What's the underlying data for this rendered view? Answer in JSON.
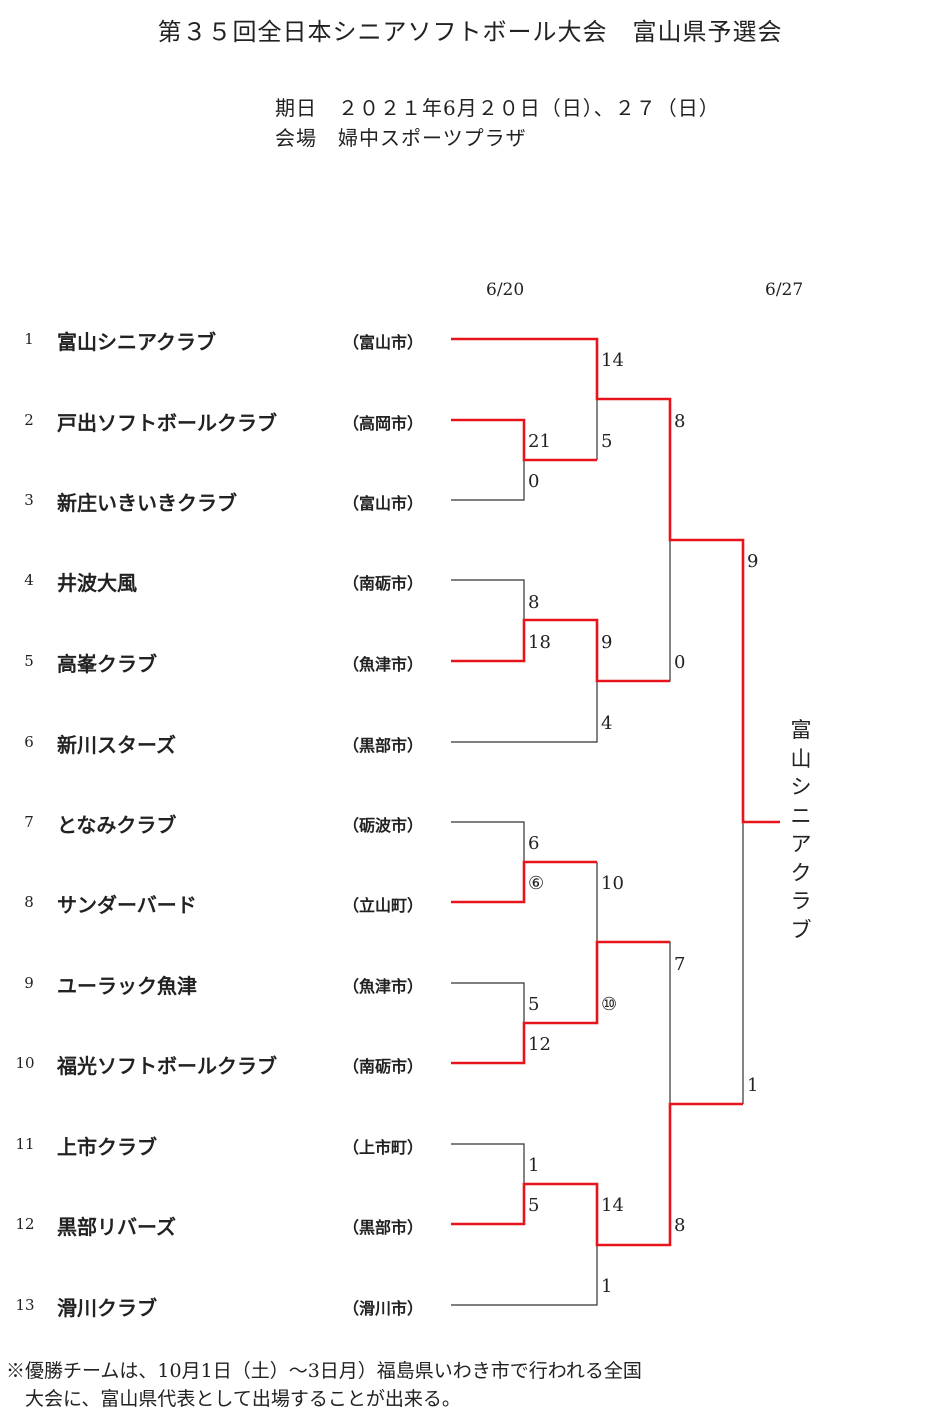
{
  "header": {
    "title": "第３５回全日本シニアソフトボール大会　富山県予選会",
    "date_line": "期日　２０２１年6月２０日（日）、２７（日）",
    "venue_line": "会場　婦中スポーツプラザ"
  },
  "round_dates": [
    "6/20",
    "6/27"
  ],
  "teams": [
    {
      "seed": "1",
      "name": "富山シニアクラブ",
      "city": "（富山市）"
    },
    {
      "seed": "2",
      "name": "戸出ソフトボールクラブ",
      "city": "（高岡市）"
    },
    {
      "seed": "3",
      "name": "新庄いきいきクラブ",
      "city": "（富山市）"
    },
    {
      "seed": "4",
      "name": "井波大風",
      "city": "（南砺市）"
    },
    {
      "seed": "5",
      "name": "高峯クラブ",
      "city": "（魚津市）"
    },
    {
      "seed": "6",
      "name": "新川スターズ",
      "city": "（黒部市）"
    },
    {
      "seed": "7",
      "name": "となみクラブ",
      "city": "（砺波市）"
    },
    {
      "seed": "8",
      "name": "サンダーバード",
      "city": "（立山町）"
    },
    {
      "seed": "9",
      "name": "ユーラック魚津",
      "city": "（魚津市）"
    },
    {
      "seed": "10",
      "name": "福光ソフトボールクラブ",
      "city": "（南砺市）"
    },
    {
      "seed": "11",
      "name": "上市クラブ",
      "city": "（上市町）"
    },
    {
      "seed": "12",
      "name": "黒部リバーズ",
      "city": "（黒部市）"
    },
    {
      "seed": "13",
      "name": "滑川クラブ",
      "city": "（滑川市）"
    }
  ],
  "scores": {
    "r1_2v3": [
      "21",
      "0"
    ],
    "r1_4v5": [
      "8",
      "18"
    ],
    "r1_7v8": [
      "6",
      "⑥"
    ],
    "r1_9v10": [
      "5",
      "12"
    ],
    "r1_11v12": [
      "1",
      "5"
    ],
    "r2_1vA": [
      "14",
      "5"
    ],
    "r2_Bv6": [
      "9",
      "4"
    ],
    "r2_CvD": [
      "10",
      "⑩"
    ],
    "r2_Ev13": [
      "14",
      "1"
    ],
    "qf_top": [
      "8",
      "0"
    ],
    "qf_bottom": [
      "7",
      "8"
    ],
    "final": [
      "9",
      "1"
    ]
  },
  "champion": "富山シニアクラブ",
  "colors": {
    "winner_line": "#e8141b",
    "loser_line": "#333333"
  },
  "footnote": [
    "※優勝チームは、10月1日（土）～3日月）福島県いわき市で行われる全国",
    "　大会に、富山県代表として出場することが出来る。"
  ]
}
